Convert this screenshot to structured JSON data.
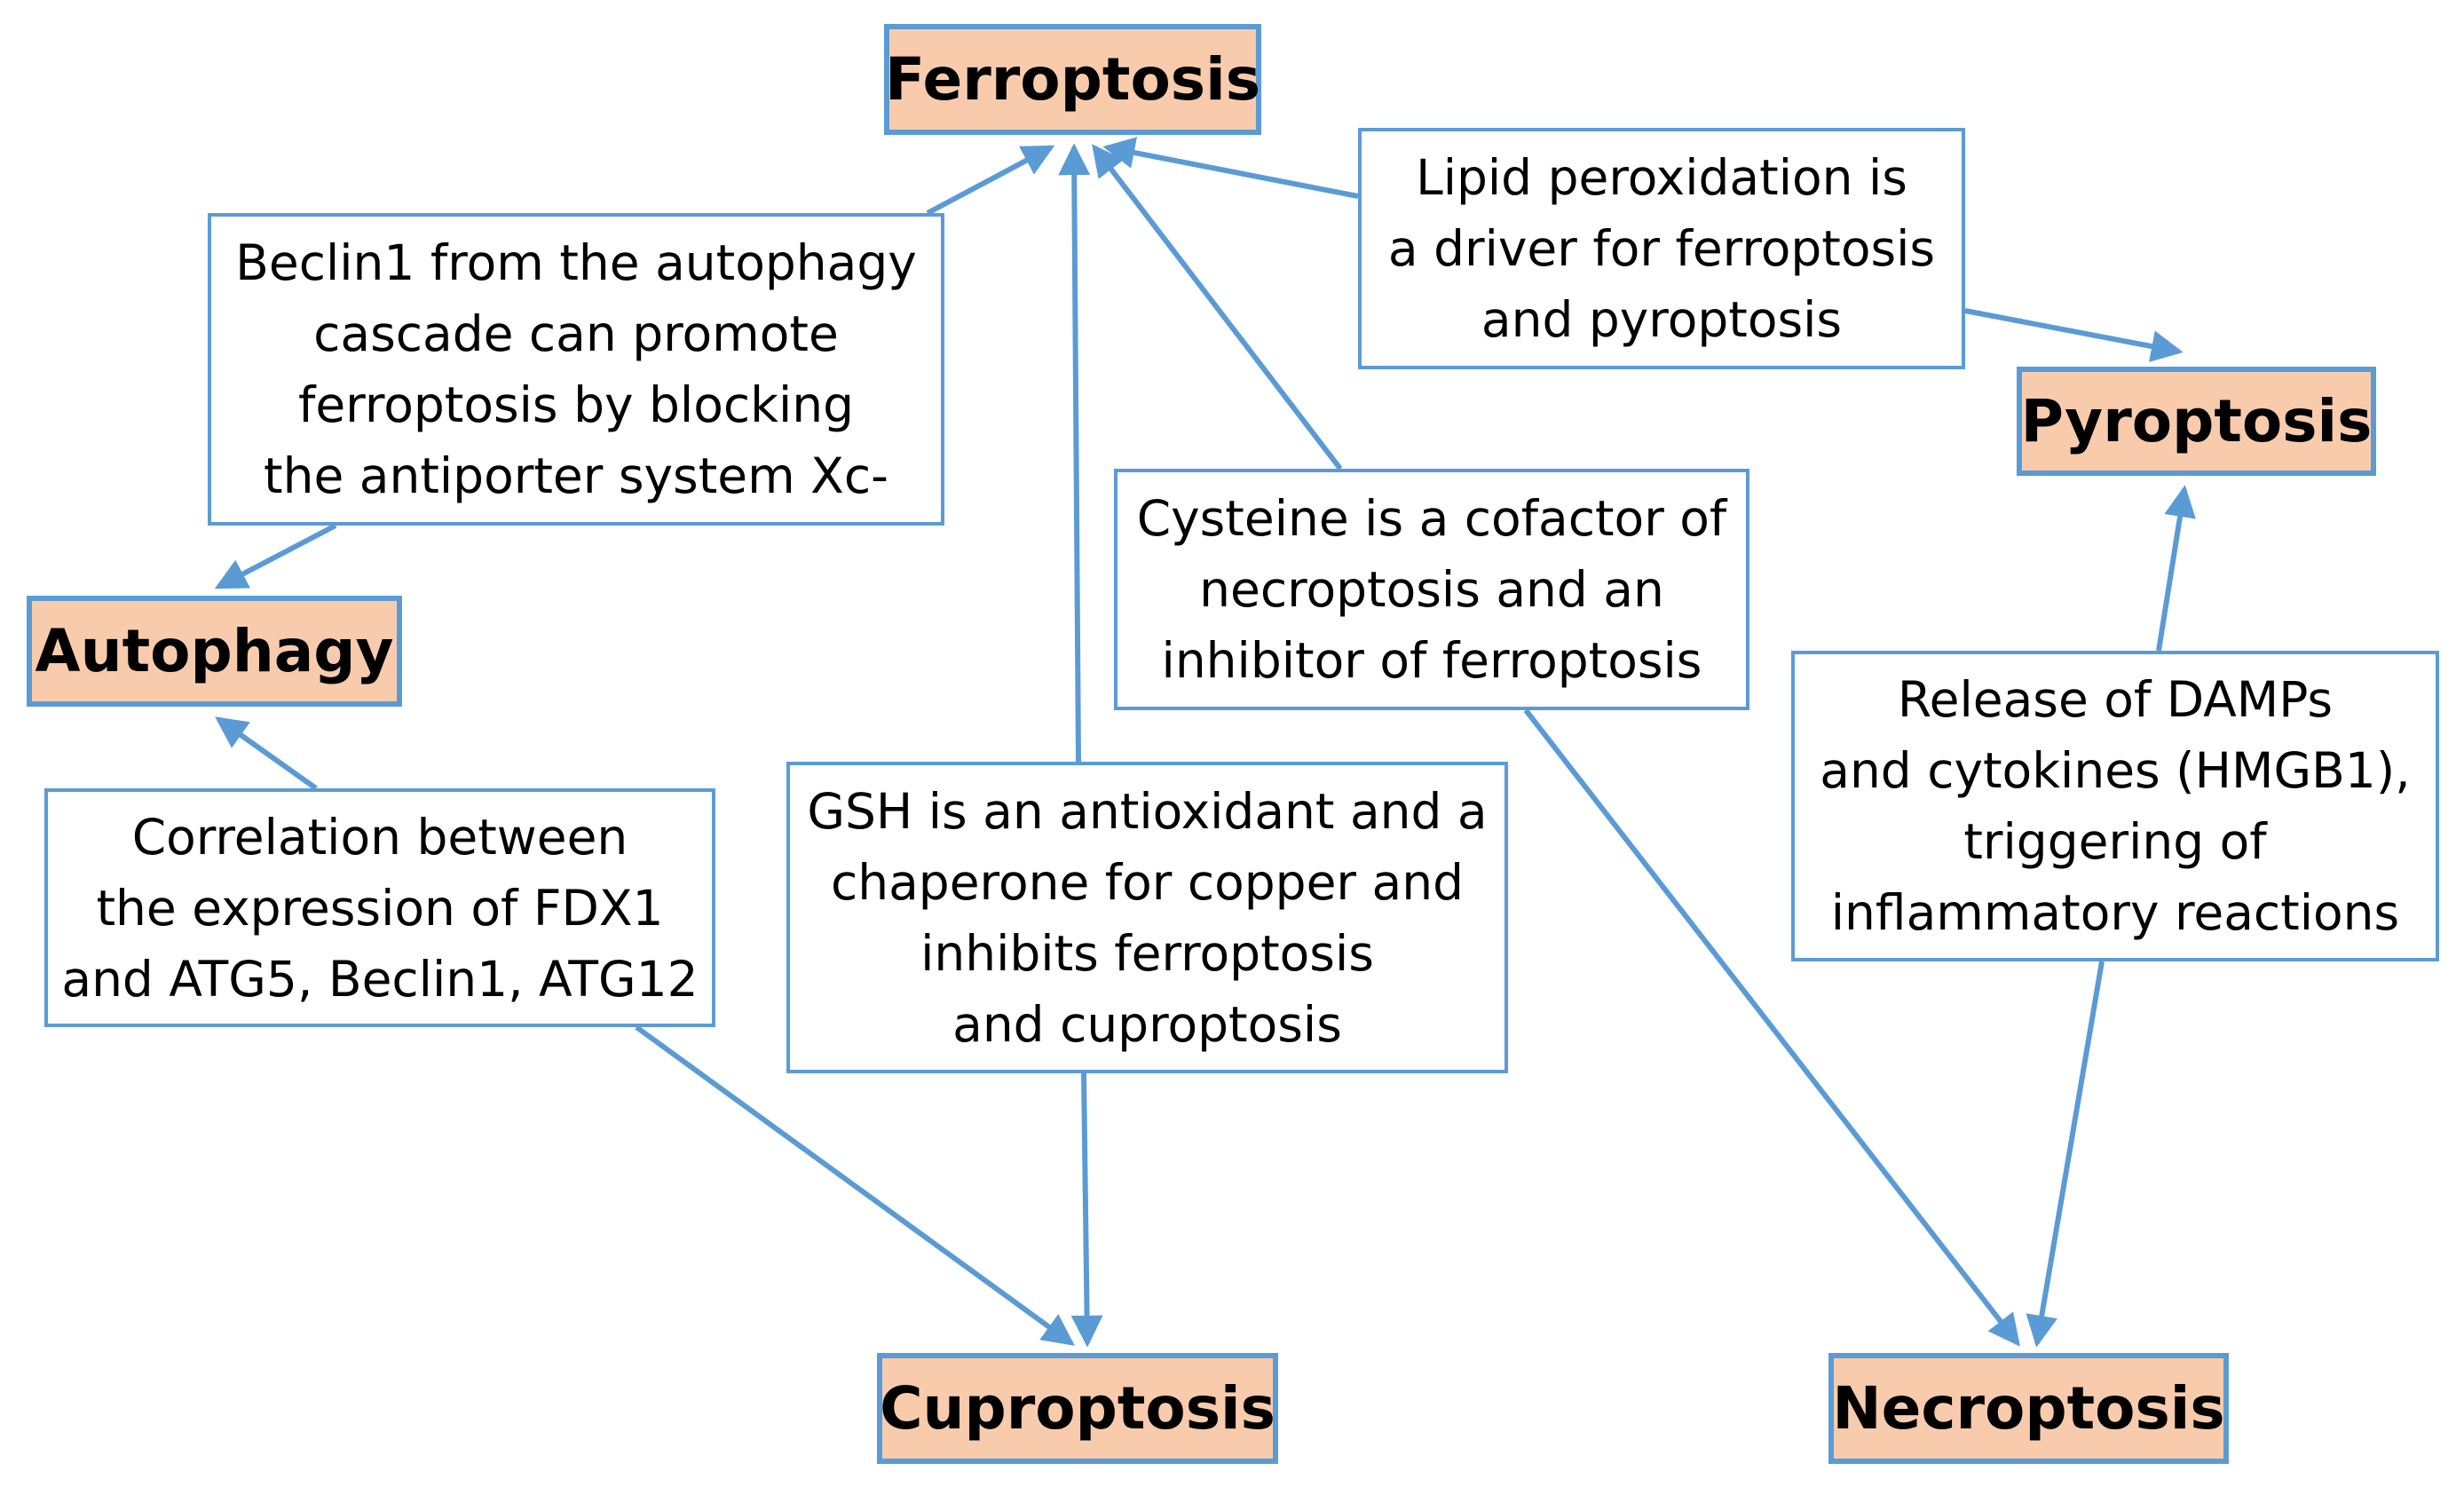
{
  "nodes": {
    "ferroptosis": "Ferroptosis",
    "pyroptosis": "Pyroptosis",
    "autophagy": "Autophagy",
    "cuproptosis": "Cuproptosis",
    "necroptosis": "Necroptosis"
  },
  "notes": {
    "beclin1": [
      "Beclin1 from the autophagy",
      "cascade can promote",
      "ferroptosis by blocking",
      "the antiporter system Xc-"
    ],
    "lipid": [
      "Lipid peroxidation is",
      "a driver for ferroptosis",
      "and pyroptosis"
    ],
    "cysteine": [
      "Cysteine is a cofactor of",
      "necroptosis and an",
      "inhibitor of ferroptosis"
    ],
    "damps": [
      "Release of DAMPs",
      "and cytokines (HMGB1),",
      "triggering of",
      "inflammatory reactions"
    ],
    "correlation": [
      "Correlation between",
      "the expression of FDX1",
      "and ATG5, Beclin1, ATG12"
    ],
    "gsh": [
      "GSH is an antioxidant and a",
      "chaperone for copper and",
      "inhibits ferroptosis",
      "and cuproptosis"
    ]
  },
  "colors": {
    "node_fill": "#f8cbad",
    "border": "#5b9bd5",
    "arrow": "#5b9bd5"
  }
}
